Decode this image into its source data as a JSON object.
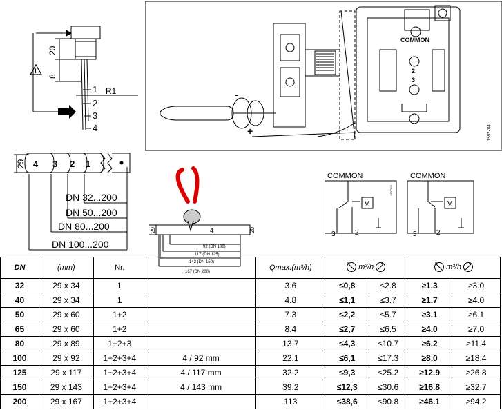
{
  "dimensions": {
    "dim_20": "20",
    "dim_8": "8",
    "r1": "R1",
    "arrow_labels": [
      "1",
      "2",
      "3",
      "4"
    ],
    "height_29": "29",
    "segment_labels": [
      "4",
      "3",
      "2",
      "1"
    ],
    "dn_ranges": [
      "DN 32...200",
      "DN 50...200",
      "DN 80...200",
      "DN 100...200"
    ],
    "cut_dim_29": "29",
    "cut_dim_20": "20",
    "cut_mark_4": "4",
    "cut_lengths": [
      "92 (DN 100)",
      "117 (DN 125)",
      "143 (DN 150)",
      "167 (DN 200)"
    ],
    "drawing_code_left": "1592Z04",
    "drawing_code_switch": "1592Z03"
  },
  "terminals": {
    "common": "COMMON",
    "label_2": "2",
    "label_3": "3"
  },
  "switches": {
    "left": {
      "common": "COMMON",
      "v": "V",
      "t3": "3",
      "t2": "2"
    },
    "right": {
      "common": "COMMON",
      "v": "V",
      "t3": "3",
      "t2": "2"
    }
  },
  "table": {
    "headers": {
      "dn": "DN",
      "mm": "(mm)",
      "nr": "Nr.",
      "qmax": "Qmax.(m³/h)",
      "unit_left": "m³/h",
      "unit_right": "m³/h"
    },
    "rows": [
      {
        "dn": "32",
        "mm": "29 x 34",
        "nr": "1",
        "cut": "",
        "q": "3.6",
        "a": "≤0,8",
        "b": "≤2.8",
        "c": "≥1.3",
        "d": "≥3.0"
      },
      {
        "dn": "40",
        "mm": "29 x 34",
        "nr": "1",
        "cut": "",
        "q": "4.8",
        "a": "≤1,1",
        "b": "≤3.7",
        "c": "≥1.7",
        "d": "≥4.0"
      },
      {
        "dn": "50",
        "mm": "29 x 60",
        "nr": "1+2",
        "cut": "",
        "q": "7.3",
        "a": "≤2,2",
        "b": "≤5.7",
        "c": "≥3.1",
        "d": "≥6.1"
      },
      {
        "dn": "65",
        "mm": "29 x 60",
        "nr": "1+2",
        "cut": "",
        "q": "8.4",
        "a": "≤2,7",
        "b": "≤6.5",
        "c": "≥4.0",
        "d": "≥7.0"
      },
      {
        "dn": "80",
        "mm": "29 x 89",
        "nr": "1+2+3",
        "cut": "",
        "q": "13.7",
        "a": "≤4,3",
        "b": "≤10.7",
        "c": "≥6.2",
        "d": "≥11.4"
      },
      {
        "dn": "100",
        "mm": "29 x 92",
        "nr": "1+2+3+4",
        "cut": "4 / 92 mm",
        "q": "22.1",
        "a": "≤6,1",
        "b": "≤17.3",
        "c": "≥8.0",
        "d": "≥18.4"
      },
      {
        "dn": "125",
        "mm": "29 x 117",
        "nr": "1+2+3+4",
        "cut": "4 / 117 mm",
        "q": "32.2",
        "a": "≤9,3",
        "b": "≤25.2",
        "c": "≥12.9",
        "d": "≥26.8"
      },
      {
        "dn": "150",
        "mm": "29 x 143",
        "nr": "1+2+3+4",
        "cut": "4 / 143 mm",
        "q": "39.2",
        "a": "≤12,3",
        "b": "≤30.6",
        "c": "≥16.8",
        "d": "≥32.7"
      },
      {
        "dn": "200",
        "mm": "29 x 167",
        "nr": "1+2+3+4",
        "cut": "",
        "q": "113",
        "a": "≤38,6",
        "b": "≤90.8",
        "c": "≥46.1",
        "d": "≥94.2"
      }
    ]
  }
}
